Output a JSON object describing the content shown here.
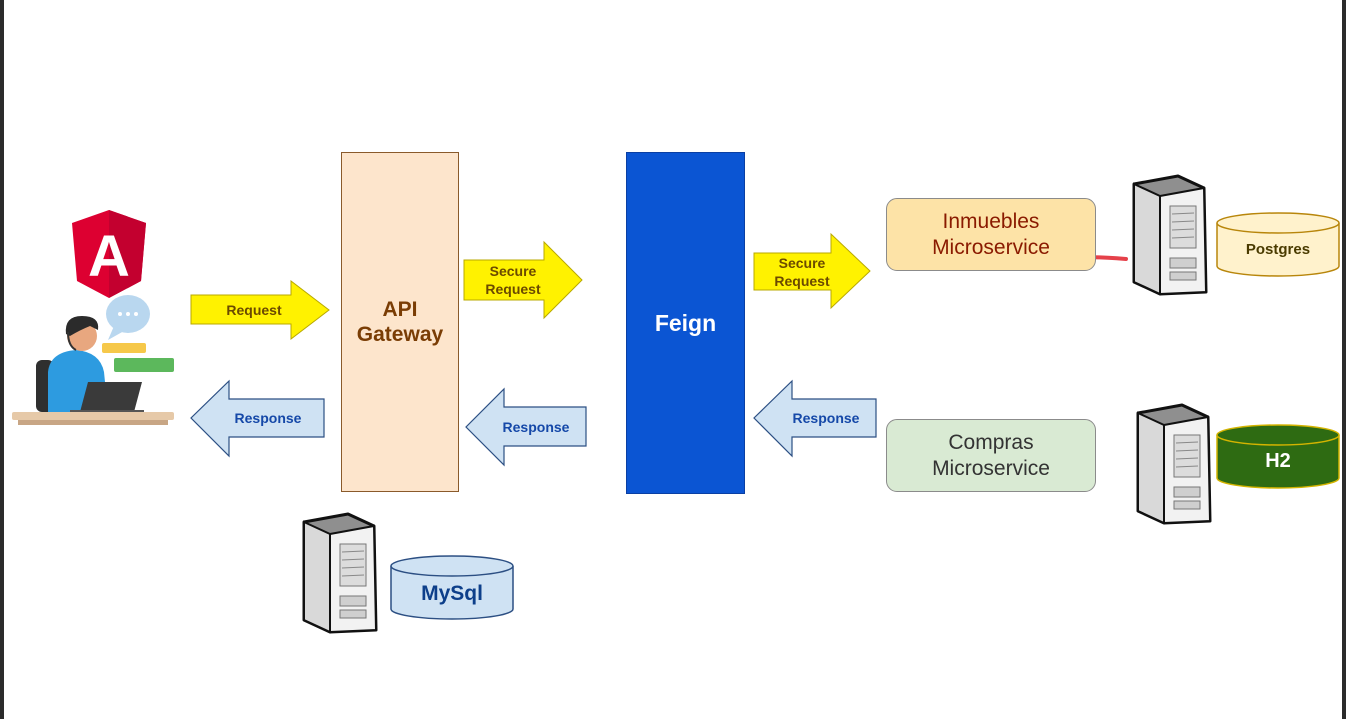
{
  "nodes": {
    "gateway": "API\nGateway",
    "feign": "Feign",
    "inmuebles": "Inmuebles\nMicroservice",
    "compras": "Compras\nMicroservice"
  },
  "arrows": {
    "client_request": "Request",
    "client_response": "Response",
    "gateway_secure_request": "Secure\nRequest",
    "gateway_response": "Response",
    "feign_secure_request": "Secure\nRequest",
    "feign_response": "Response"
  },
  "databases": {
    "postgres": "Postgres",
    "h2": "H2",
    "mysql": "MySql"
  },
  "logo": {
    "letter": "A"
  },
  "colors": {
    "request_arrow": "#fff200",
    "response_arrow": "#cfe2f3",
    "gateway": "#fde5cc",
    "feign": "#0b55d3",
    "inmuebles": "#fde3a7",
    "compras": "#d9ead3",
    "h2": "#2e6b12"
  }
}
